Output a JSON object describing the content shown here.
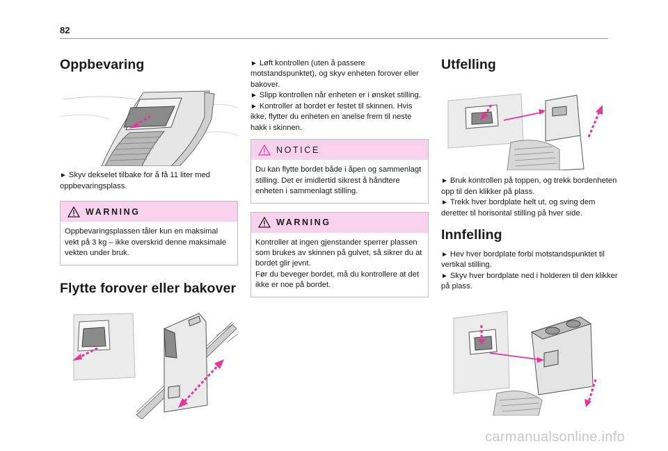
{
  "page_number": "82",
  "col1": {
    "heading": "Oppbevaring",
    "step": "Skyv dekselet tilbake for å få 11 liter med oppbevaringsplass.",
    "warning_title": "WARNING",
    "warning_text": "Oppbevaringsplassen tåler kun en maksimal vekt på 3 kg – ikke overskrid denne maksimale vekten under bruk.",
    "heading2": "Flytte forover eller bakover"
  },
  "col2": {
    "step1": "Løft kontrollen (uten å passere motstandspunktet), og skyv enheten forover eller bakover.",
    "step2": "Slipp kontrollen når enheten er i ønsket stilling.",
    "step3": "Kontroller at bordet er festet til skinnen. Hvis ikke, flytter du enheten en anelse frem til neste hakk i skinnen.",
    "notice_title": "NOTICE",
    "notice_text": "Du kan flytte bordet både i åpen og sammenlagt stilling. Det er imidlertid sikrest å håndtere enheten i sammenlagt stilling.",
    "warning_title": "WARNING",
    "warning_text_1": "Kontroller at ingen gjenstander sperrer plassen som brukes av skinnen på gulvet, så sikrer du at bordet glir jevnt.",
    "warning_text_2": "Før du beveger bordet, må du kontrollere at det ikke er noe på bordet."
  },
  "col3": {
    "heading": "Utfelling",
    "step1": "Bruk kontrollen på toppen, og trekk bordenheten opp til den klikker på plass.",
    "step2": "Trekk hver bordplate helt ut, og sving dem deretter til horisontal stilling på hver side.",
    "heading2": "Innfelling",
    "step3": "Hev hver bordplate forbi motstandspunktet til vertikal stilling.",
    "step4": "Skyv hver bordplate ned i holderen til den klikker på plass."
  },
  "watermark": "carmanualsonline.info",
  "colors": {
    "accent": "#e8339a",
    "box_header": "#f9d3ee"
  }
}
